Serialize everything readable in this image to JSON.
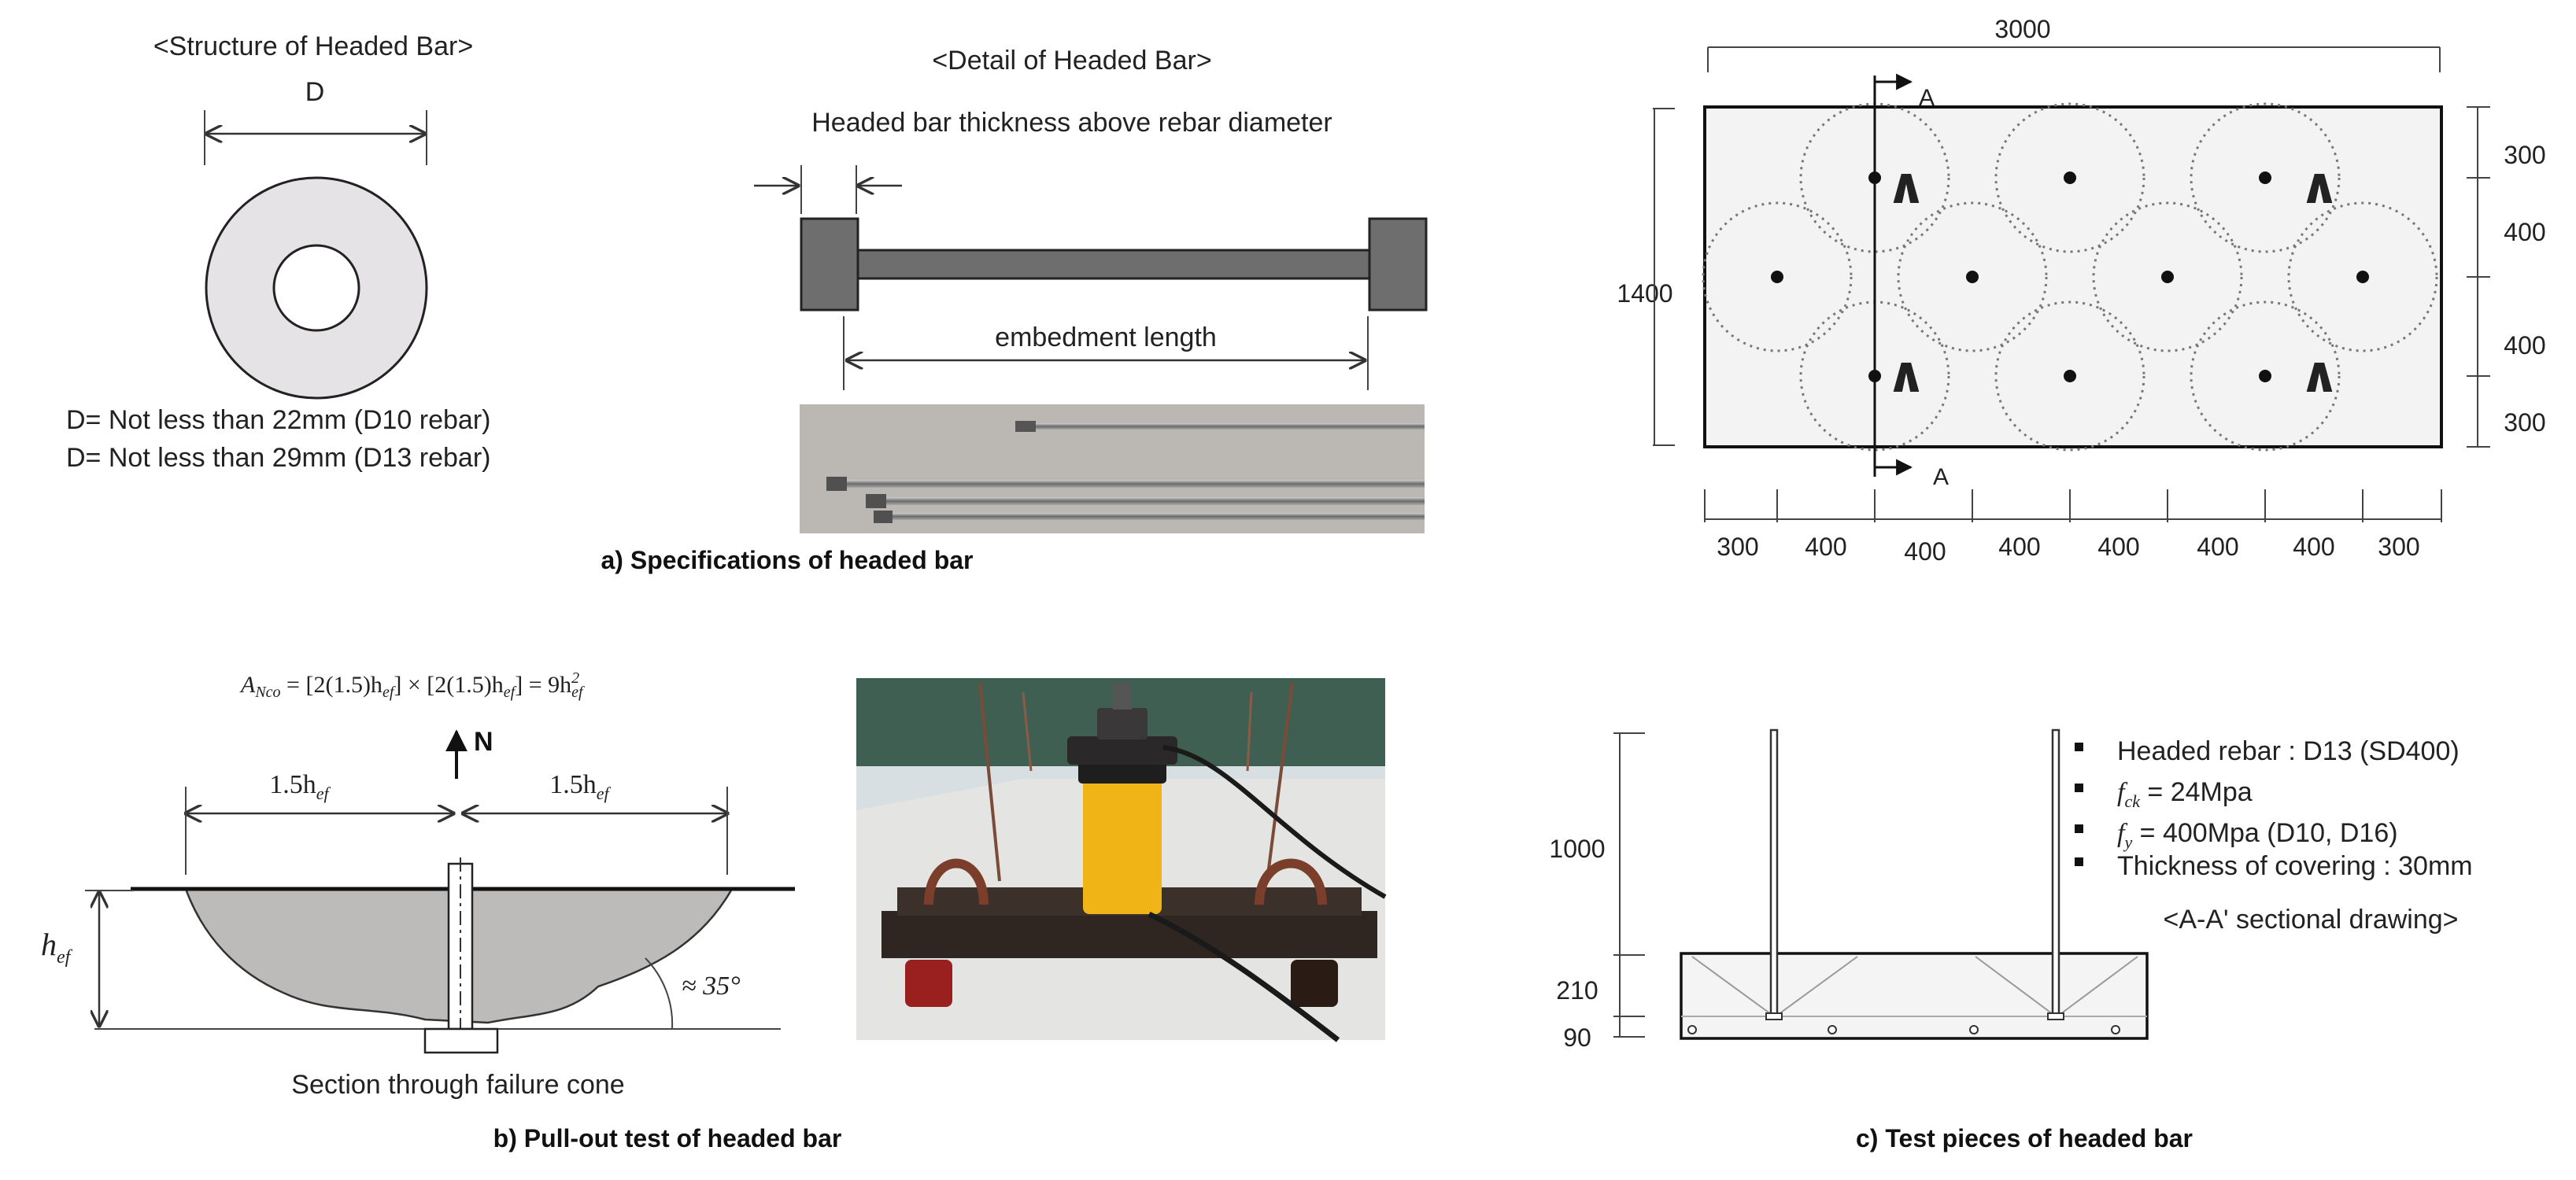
{
  "panel_a": {
    "structure_title": "<Structure of Headed Bar>",
    "d_label": "D",
    "d_line1": "D= Not less than 22mm (D10 rebar)",
    "d_line2": "D= Not less than 29mm (D13 rebar)",
    "detail_title": "<Detail of Headed Bar>",
    "thickness_label": "Headed bar thickness above rebar diameter",
    "embed_label": "embedment length",
    "caption": "a) Specifications of headed bar"
  },
  "panel_b": {
    "formula_lhs": "A",
    "formula_sub": "Nco",
    "formula_rhs": " = [2(1.5)h",
    "formula_mid": "] × [2(1.5)h",
    "formula_end": "] = 9h",
    "ef": "ef",
    "sq": "2",
    "n_label": "N",
    "left_dim": "1.5h",
    "right_dim": "1.5h",
    "hef_label": "h",
    "angle_label": "≈ 35°",
    "section_label": "Section through failure cone",
    "caption": "b) Pull-out test of headed bar"
  },
  "panel_c": {
    "top_dim": "3000",
    "left_dim": "1400",
    "section_mark": "A",
    "right_dims": [
      "300",
      "400",
      "400",
      "300"
    ],
    "bottom_dims": [
      "300",
      "400",
      "400",
      "400",
      "400",
      "400",
      "400",
      "300"
    ],
    "arch_symbol": "∧",
    "spec_items": [
      {
        "prefix": "Headed rebar : D13 (SD400)",
        "sym": "",
        "sub": ""
      },
      {
        "prefix": " = 24Mpa",
        "sym": "f",
        "sub": "ck"
      },
      {
        "prefix": " = 400Mpa (D10, D16)",
        "sym": "f",
        "sub": "y"
      },
      {
        "prefix": "Thickness of covering : 30mm",
        "sym": "",
        "sub": ""
      }
    ],
    "sectional_title": "<A-A' sectional drawing>",
    "section_dims": [
      "1000",
      "210",
      "90"
    ],
    "caption": "c) Test pieces of headed bar"
  }
}
